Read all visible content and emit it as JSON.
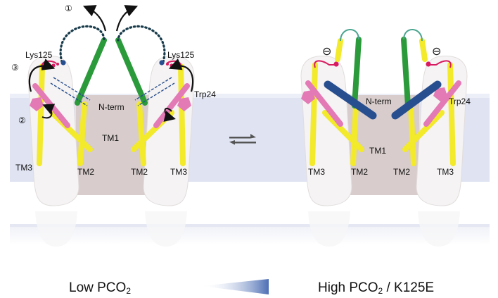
{
  "labels": {
    "lys125": "Lys125",
    "trp24": "Trp24",
    "n_term": "N-term",
    "tm1": "TM1",
    "tm2": "TM2",
    "tm3": "TM3"
  },
  "step_markers": {
    "one": "①",
    "two": "②",
    "three": "③"
  },
  "charge_marker": "⊖",
  "conditions": {
    "low": {
      "prefix": "Low PCO",
      "sub": "2",
      "suffix": ""
    },
    "high": {
      "prefix": "High PCO",
      "sub": "2",
      "suffix": " / K125E"
    }
  },
  "colors": {
    "membrane": "#dfe3f2",
    "subunit": "#f5f3f3",
    "pore": "#d8cccc",
    "helix_yellow": "#f2ea2a",
    "helix_green": "#2a9a3a",
    "helix_pink": "#e37ab6",
    "helix_blue": "#274e8f",
    "lys_red": "#d81b60",
    "dotted_linker": "#173a4a",
    "gradient_end": "#4d6fb4"
  }
}
